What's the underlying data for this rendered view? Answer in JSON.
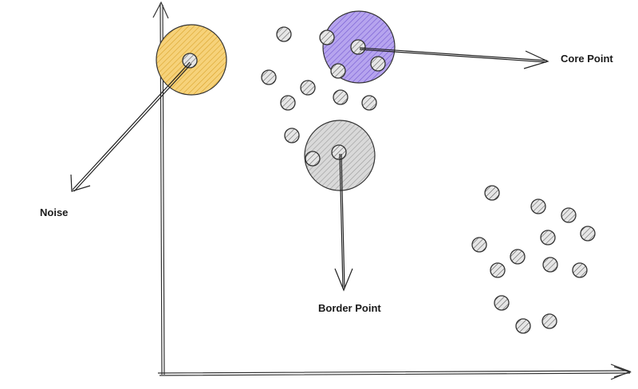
{
  "labels": {
    "noise": "Noise",
    "border_point": "Border Point",
    "core_point": "Core Point"
  },
  "colors": {
    "noise_fill": "#f2c14e",
    "core_fill": "#9a82e0",
    "border_fill": "#c9c9c9",
    "ink": "#2a2a2a"
  }
}
